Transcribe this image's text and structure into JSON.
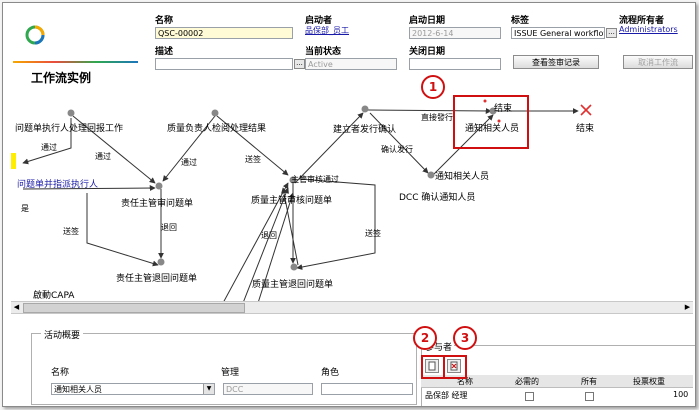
{
  "header": {
    "name_label": "名称",
    "name_value": "QSC-00002",
    "initiator_label": "启动者",
    "initiator_value": "品保部_员工",
    "start_date_label": "启动日期",
    "start_date_value": "2012-6-14",
    "tag_label": "标签",
    "tag_value": "ISSUE General workflow",
    "owner_label": "流程所有者",
    "owner_value": "Administrators",
    "desc_label": "描述",
    "desc_value": "",
    "state_label": "当前状态",
    "state_value": "Active",
    "close_date_label": "关闭日期",
    "close_date_value": "",
    "view_signoff_button": "查看签审记录",
    "cancel_workflow_button": "取消工作流",
    "ellipsis": "..."
  },
  "page_title": "工作流实例",
  "diagram": {
    "labels": {
      "n_exec_handle_reply": "问题单执行人处理回报工作",
      "n_qa_review_result": "质量负责人检阅处理结果",
      "n_create_confirm": "建立者发行确认",
      "n_end_task": "结束",
      "n_notify_related": "通知相关人员",
      "n_end": "结束",
      "n_issue_assign": "问题单并指派执行人",
      "n_resp_review": "责任主管审问题单",
      "n_qa_review_issue": "质量主管审核问题单",
      "n_notify_person": "通知相关人员",
      "n_dcc_confirm": "DCC 确认通知人员",
      "n_resp_return": "责任主管退回问题单",
      "n_qa_return": "质量主管退回问题单",
      "n_start_capa": "啟動CAPA",
      "e_pass1": "通过",
      "e_pass2": "通过",
      "e_pass3": "通过",
      "e_sendsign1": "送签",
      "e_sendsign2": "送签",
      "e_sendsign3": "送签",
      "e_return1": "退回",
      "e_return2": "退回",
      "e_direct_issue": "直接發行",
      "e_confirm_issue": "确认发行",
      "e_supervisor_pass": "主管审核通过",
      "e_yes": "是"
    }
  },
  "activity": {
    "section_title": "活动概要",
    "name_col": "名称",
    "manage_col": "管理",
    "role_col": "角色",
    "name_value": "通知相关人员",
    "manage_value": "DCC",
    "role_value": ""
  },
  "participants": {
    "title": "参与者",
    "col_name": "名称",
    "col_required": "必需的",
    "col_all": "所有",
    "col_weight": "投票权重",
    "rows": [
      {
        "name": "品保部 经理",
        "weight": "100"
      }
    ]
  },
  "annotations": [
    "1",
    "2",
    "3"
  ]
}
